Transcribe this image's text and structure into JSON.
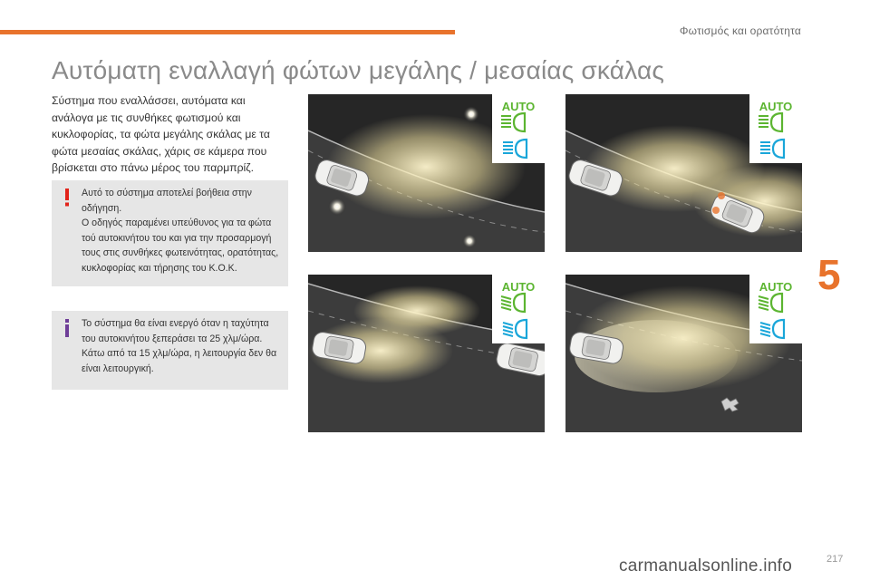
{
  "header": {
    "section_title": "Φωτισμός και ορατότητα",
    "page_title": "Αυτόματη εναλλαγή φώτων μεγάλης / μεσαίας σκάλας"
  },
  "intro": "Σύστημα που εναλλάσσει, αυτόματα και ανάλογα με τις συνθήκες φωτισμού και κυκλοφορίας, τα φώτα μεγάλης σκάλας με τα φώτα μεσαίας σκάλας, χάρις σε κάμερα που βρίσκεται στο πάνω μέρος του παρμπρίζ.",
  "warning_note": {
    "icon": "exclamation-icon",
    "lines": [
      "Αυτό το σύστημα αποτελεί βοήθεια στην οδήγηση.",
      "Ο οδηγός παραμένει υπεύθυνος για τα φώτα τού αυτοκινήτου του και για την προσαρμογή τους στις συνθήκες φωτεινότητας, ορατότητας, κυκλοφορίας και τήρησης του Κ.Ο.Κ."
    ]
  },
  "info_note": {
    "icon": "info-icon",
    "lines": [
      "Το σύστημα θα είναι ενεργό όταν η ταχύτητα του αυτοκινήτου ξεπεράσει τα 25 χλμ/ώρα.",
      "Κάτω από τα 15 χλμ/ώρα, η λειτουργία δεν θα είναι λειτουργική."
    ]
  },
  "scenes": [
    {
      "badge_text": "AUTO",
      "active_icon": "high-beam",
      "hazard": "streetlights"
    },
    {
      "badge_text": "AUTO",
      "active_icon": "high-beam",
      "hazard": "oncoming-vehicle"
    },
    {
      "badge_text": "AUTO",
      "active_icon": "low-beam",
      "hazard": "preceding-vehicle"
    },
    {
      "badge_text": "AUTO",
      "active_icon": "low-beam",
      "hazard": "fog"
    }
  ],
  "colors": {
    "accent": "#e8732c",
    "auto_green": "#5cb531",
    "beam_blue": "#1aa6d9",
    "warning_red": "#e2231a",
    "info_purple": "#6f3e98"
  },
  "chapter_number": "5",
  "page_number": "217",
  "watermark": "carmanualsonline.info"
}
